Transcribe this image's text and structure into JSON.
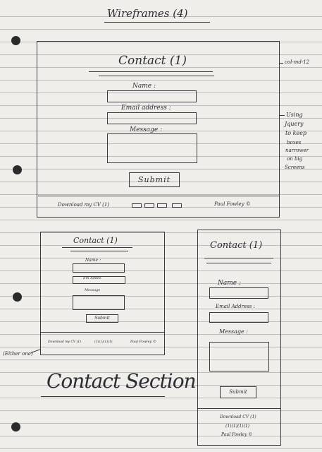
{
  "page_title": "Wireframes (4)",
  "annotations": {
    "col_md": "col-md-12",
    "jquery_note": [
      "Using",
      "Jquery",
      "to keep",
      "boxes",
      "narrower",
      "on big",
      "Screens"
    ],
    "either_one": "(Either one)"
  },
  "desktop": {
    "heading": "Contact (1)",
    "name_label": "Name :",
    "email_label": "Email address :",
    "message_label": "Message :",
    "submit_label": "Submit",
    "footer_download": "Download my CV (1)",
    "footer_name": "Paul Fowley ©"
  },
  "tablet": {
    "heading": "Contact (1)",
    "name_label": "Name :",
    "email_label": "Em Addes",
    "message_label": "Message",
    "submit_label": "Submit",
    "footer_download": "Download my CV (1)",
    "footer_icons": "(1)(1)(1)(1)",
    "footer_name": "Paul Fowley ©"
  },
  "mobile": {
    "heading": "Contact (1)",
    "name_label": "Name :",
    "email_label": "Email Address :",
    "message_label": "Message :",
    "submit_label": "Submit",
    "footer_download": "Download CV (1)",
    "footer_icons": "(1)(1)(1)(1)",
    "footer_name": "Paul Fowley ©"
  },
  "section_caption": "Contact Section"
}
